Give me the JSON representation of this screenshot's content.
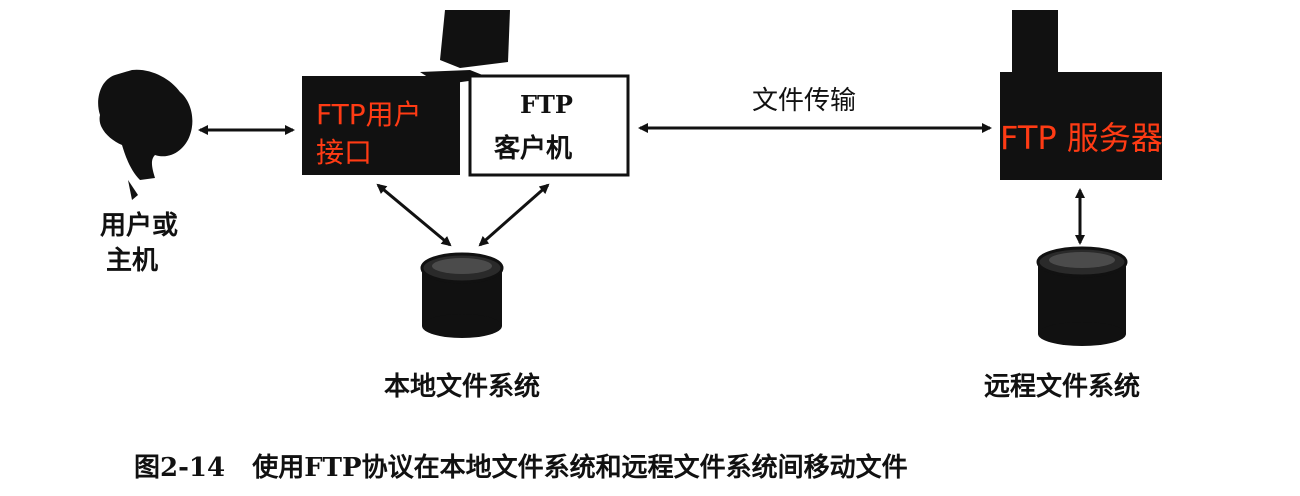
{
  "diagram": {
    "user_label_line1": "用户或",
    "user_label_line2": "主机",
    "ftp_ui_line1": "FTP用户",
    "ftp_ui_line2": "接口",
    "ftp_client_line1": "FTP",
    "ftp_client_line2": "客户机",
    "transfer_label": "文件传输",
    "ftp_server_label": "FTP 服务器",
    "local_fs_label": "本地文件系统",
    "remote_fs_label": "远程文件系统",
    "caption": "图2-14   使用FTP协议在本地文件系统和远程文件系统间移动文件"
  },
  "colors": {
    "ink": "#111111",
    "overlay_text": "#ff3b14",
    "background": "#ffffff"
  }
}
